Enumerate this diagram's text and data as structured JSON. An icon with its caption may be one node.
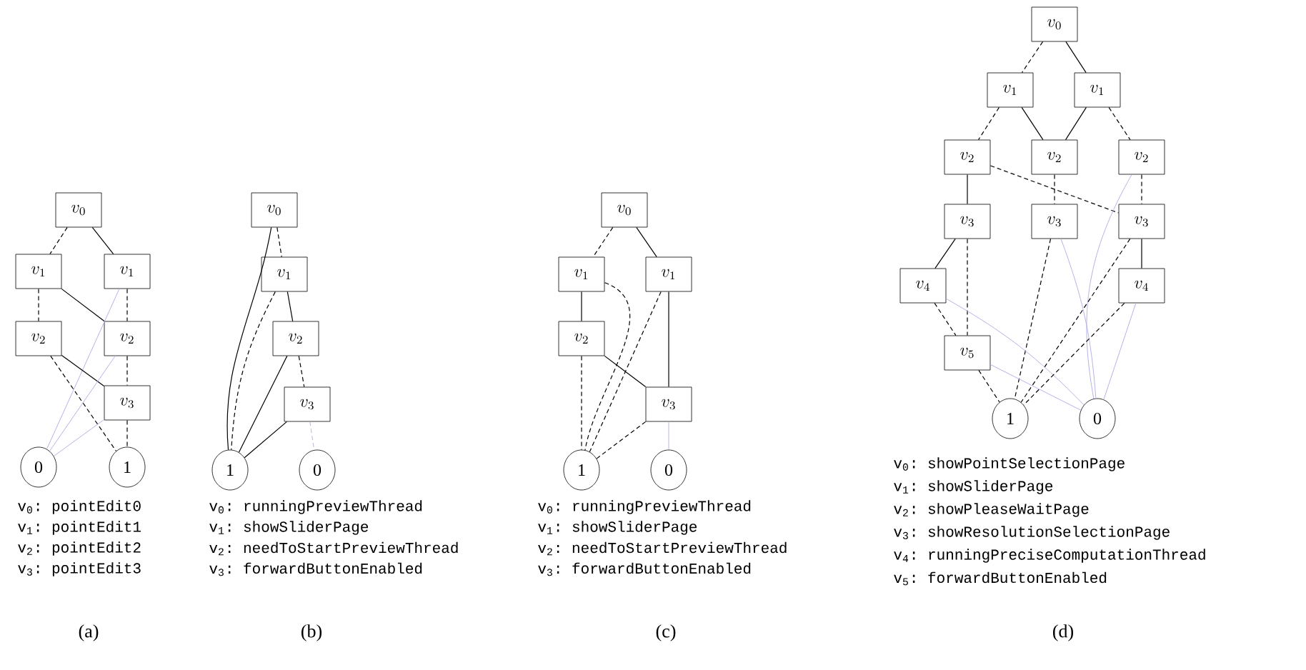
{
  "diagram": {
    "nodes": [
      {
        "text": [
          "v_0"
        ]
      },
      {
        "text": [
          "v_1"
        ]
      },
      {
        "text": [
          "v_1"
        ]
      },
      {
        "text": [
          "v_2"
        ]
      },
      {
        "text": [
          "v_2"
        ]
      },
      {
        "text": [
          "v_3"
        ]
      },
      {
        "text": [
          "0"
        ]
      },
      {
        "text": [
          "1"
        ]
      },
      {
        "text": [
          "v_0"
        ]
      },
      {
        "text": [
          "v_1"
        ]
      },
      {
        "text": [
          "v_2"
        ]
      },
      {
        "text": [
          "v_3"
        ]
      },
      {
        "text": [
          "1"
        ]
      },
      {
        "text": [
          "0"
        ]
      },
      {
        "text": [
          "v_0"
        ]
      },
      {
        "text": [
          "v_1"
        ]
      },
      {
        "text": [
          "v_1"
        ]
      },
      {
        "text": [
          "v_2"
        ]
      },
      {
        "text": [
          "v_3"
        ]
      },
      {
        "text": [
          "1"
        ]
      },
      {
        "text": [
          "0"
        ]
      },
      {
        "text": [
          "v_0"
        ]
      },
      {
        "text": [
          "v_1"
        ]
      },
      {
        "text": [
          "v_1"
        ]
      },
      {
        "text": [
          "v_2"
        ]
      },
      {
        "text": [
          "v_2"
        ]
      },
      {
        "text": [
          "v_2"
        ]
      },
      {
        "text": [
          "v_3"
        ]
      },
      {
        "text": [
          "v_3"
        ]
      },
      {
        "text": [
          "v_3"
        ]
      },
      {
        "text": [
          "v_4"
        ]
      },
      {
        "text": [
          "v_4"
        ]
      },
      {
        "text": [
          "v_5"
        ]
      },
      {
        "text": [
          "1"
        ]
      },
      {
        "text": [
          "0"
        ]
      }
    ],
    "edges": [
      {
        "from": 0,
        "to": 1,
        "arrow": "none",
        "style": "dashed"
      },
      {
        "from": 0,
        "to": 2,
        "arrow": "none"
      },
      {
        "from": 1,
        "to": 3,
        "arrow": "none",
        "style": "dashed"
      },
      {
        "from": 1,
        "to": 4,
        "arrow": "none"
      },
      {
        "from": 2,
        "to": 4,
        "arrow": "none",
        "style": "dashed"
      },
      {
        "from": 2,
        "to": 6,
        "arrow": "none",
        "color": "#b4b4e8"
      },
      {
        "from": 3,
        "to": 7,
        "arrow": "none",
        "style": "dashed"
      },
      {
        "from": 3,
        "to": 5,
        "arrow": "none"
      },
      {
        "from": 4,
        "to": 5,
        "arrow": "none",
        "style": "dashed"
      },
      {
        "from": 4,
        "to": 6,
        "arrow": "none",
        "color": "#b4b4e8"
      },
      {
        "from": 5,
        "to": 7,
        "arrow": "none",
        "style": "dashed"
      },
      {
        "from": 5,
        "to": 6,
        "arrow": "none",
        "color": "#b4b4e8"
      },
      {
        "from": 8,
        "to": 12,
        "arrow": "none"
      },
      {
        "from": 8,
        "to": 9,
        "arrow": "none",
        "style": "dashed"
      },
      {
        "from": 9,
        "to": 12,
        "arrow": "none",
        "style": "dashed"
      },
      {
        "from": 9,
        "to": 10,
        "arrow": "none"
      },
      {
        "from": 10,
        "to": 12,
        "arrow": "none"
      },
      {
        "from": 10,
        "to": 11,
        "arrow": "none",
        "style": "dashed"
      },
      {
        "from": 11,
        "to": 12,
        "arrow": "none"
      },
      {
        "from": 11,
        "to": 13,
        "arrow": "none",
        "style": "dashed",
        "color": "#b4b4e8"
      },
      {
        "from": 14,
        "to": 15,
        "arrow": "none",
        "style": "dashed"
      },
      {
        "from": 14,
        "to": 16,
        "arrow": "none"
      },
      {
        "from": 15,
        "to": 17,
        "arrow": "none"
      },
      {
        "from": 15,
        "to": 19,
        "arrow": "none",
        "style": "dashed"
      },
      {
        "from": 16,
        "to": 19,
        "arrow": "none",
        "style": "dashed"
      },
      {
        "from": 16,
        "to": 18,
        "arrow": "none"
      },
      {
        "from": 17,
        "to": 19,
        "arrow": "none",
        "style": "dashed"
      },
      {
        "from": 17,
        "to": 18,
        "arrow": "none"
      },
      {
        "from": 18,
        "to": 19,
        "arrow": "none",
        "style": "dashed"
      },
      {
        "from": 18,
        "to": 20,
        "arrow": "none",
        "color": "#b4b4e8"
      },
      {
        "from": 21,
        "to": 22,
        "arrow": "none",
        "style": "dashed"
      },
      {
        "from": 21,
        "to": 23,
        "arrow": "none"
      },
      {
        "from": 22,
        "to": 24,
        "arrow": "none",
        "style": "dashed"
      },
      {
        "from": 22,
        "to": 25,
        "arrow": "none"
      },
      {
        "from": 23,
        "to": 25,
        "arrow": "none"
      },
      {
        "from": 23,
        "to": 26,
        "arrow": "none",
        "style": "dashed"
      },
      {
        "from": 24,
        "to": 27,
        "arrow": "none"
      },
      {
        "from": 24,
        "to": 29,
        "arrow": "none",
        "style": "dashed"
      },
      {
        "from": 25,
        "to": 28,
        "arrow": "none",
        "style": "dashed"
      },
      {
        "from": 26,
        "to": 29,
        "arrow": "none",
        "style": "dashed"
      },
      {
        "from": 26,
        "to": 34,
        "arrow": "none",
        "color": "#b4b4e8"
      },
      {
        "from": 27,
        "to": 30,
        "arrow": "none"
      },
      {
        "from": 27,
        "to": 32,
        "arrow": "none",
        "style": "dashed"
      },
      {
        "from": 28,
        "to": 33,
        "arrow": "none",
        "style": "dashed"
      },
      {
        "from": 28,
        "to": 34,
        "arrow": "none",
        "color": "#b4b4e8"
      },
      {
        "from": 29,
        "to": 31,
        "arrow": "none"
      },
      {
        "from": 29,
        "to": 33,
        "arrow": "none",
        "style": "dashed"
      },
      {
        "from": 30,
        "to": 32,
        "arrow": "none",
        "style": "dashed"
      },
      {
        "from": 30,
        "to": 34,
        "arrow": "none",
        "color": "#b4b4e8"
      },
      {
        "from": 31,
        "to": 33,
        "arrow": "none",
        "style": "dashed"
      },
      {
        "from": 31,
        "to": 34,
        "arrow": "none",
        "color": "#b4b4e8"
      },
      {
        "from": 32,
        "to": 33,
        "arrow": "none",
        "style": "dashed"
      },
      {
        "from": 32,
        "to": 34,
        "arrow": "none",
        "color": "#b4b4e8"
      }
    ],
    "labels": [
      "v$_{0}$: pointEdit0",
      "v$_{1}$: pointEdit1",
      "v$_{2}$: pointEdit2",
      "v$_{3}$: pointEdit3",
      "v$_{0}$: runningPreviewThread",
      "v$_{1}$: showSliderPage",
      "v$_{2}$: needToStartPreviewThread",
      "v$_{3}$: forwardButtonEnabled",
      "v$_{0}$: runningPreviewThread",
      "v$_{1}$: showSliderPage",
      "v$_{2}$: needToStartPreviewThread",
      "v$_{3}$: forwardButtonEnabled",
      "v$_{0}$: showPointSelectionPage",
      "v$_{1}$: showSliderPage",
      "v$_{2}$: showPleaseWaitPage",
      "v$_{3}$: showResolutionSelectionPage",
      "v$_{4}$: runningPreciseComputationThread",
      "v$_{5}$: forwardButtonEnabled",
      "(a)",
      "(b)",
      "(c)",
      "(d)"
    ]
  }
}
